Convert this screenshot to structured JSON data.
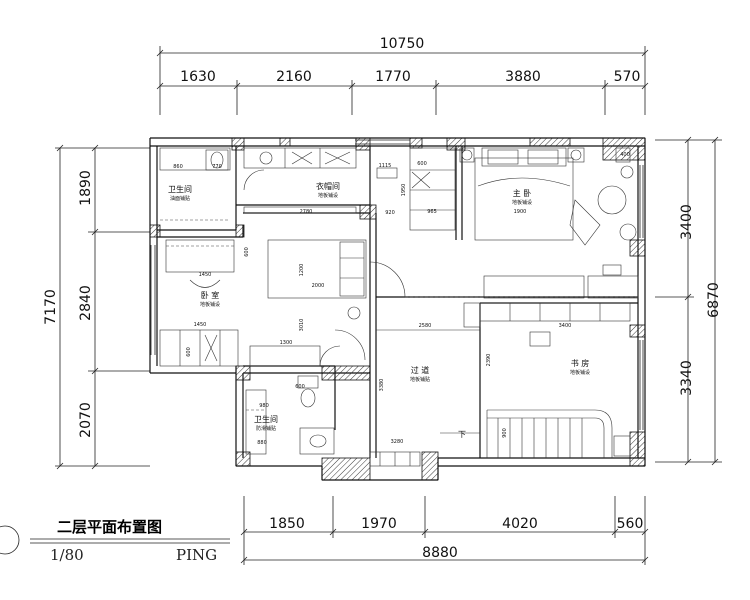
{
  "drawing": {
    "title": "二层平面布置图",
    "scale": "1/80",
    "tag": "PING"
  },
  "top_dims": {
    "total": "10750",
    "segments": [
      "1630",
      "2160",
      "1770",
      "3880",
      "570"
    ]
  },
  "bottom_dims": {
    "total": "8880",
    "segments": [
      "1850",
      "1970",
      "4020",
      "560"
    ]
  },
  "left_dims": {
    "total": "7170",
    "segments": [
      "1890",
      "2840",
      "2070"
    ]
  },
  "right_dims": {
    "total": "6870",
    "segments": [
      "3400",
      "3340"
    ]
  },
  "rooms": {
    "bath1": {
      "name": "卫生间",
      "sub": "油面铺贴"
    },
    "closet": {
      "name": "衣帽间",
      "sub": "地板铺设"
    },
    "master": {
      "name": "主 卧",
      "sub": "地板铺设"
    },
    "bedroom": {
      "name": "卧 室",
      "sub": "地板铺设"
    },
    "hall": {
      "name": "过 道",
      "sub": "地板铺贴"
    },
    "study": {
      "name": "书 房",
      "sub": "地板铺设"
    },
    "bath2": {
      "name": "卫生间",
      "sub": "防滑铺贴"
    }
  },
  "labels": {
    "down": "下",
    "m860": "860",
    "m770": "770",
    "m1115": "1115",
    "m600a": "600",
    "m1950": "1950",
    "m920": "920",
    "m965": "965",
    "m1900": "1900",
    "m1450a": "1450",
    "m1450b": "1450",
    "m1200": "1200",
    "m2000": "2000",
    "m600b": "600",
    "m3010": "3010",
    "m1300": "1300",
    "m2580": "2580",
    "m3400": "3400",
    "m2390": "2390",
    "m3380": "3380",
    "m900": "900",
    "m980": "980",
    "m3280": "3280",
    "m2780": "2780",
    "m600c": "600",
    "m880": "880",
    "m600d": "600",
    "m400": "400"
  }
}
